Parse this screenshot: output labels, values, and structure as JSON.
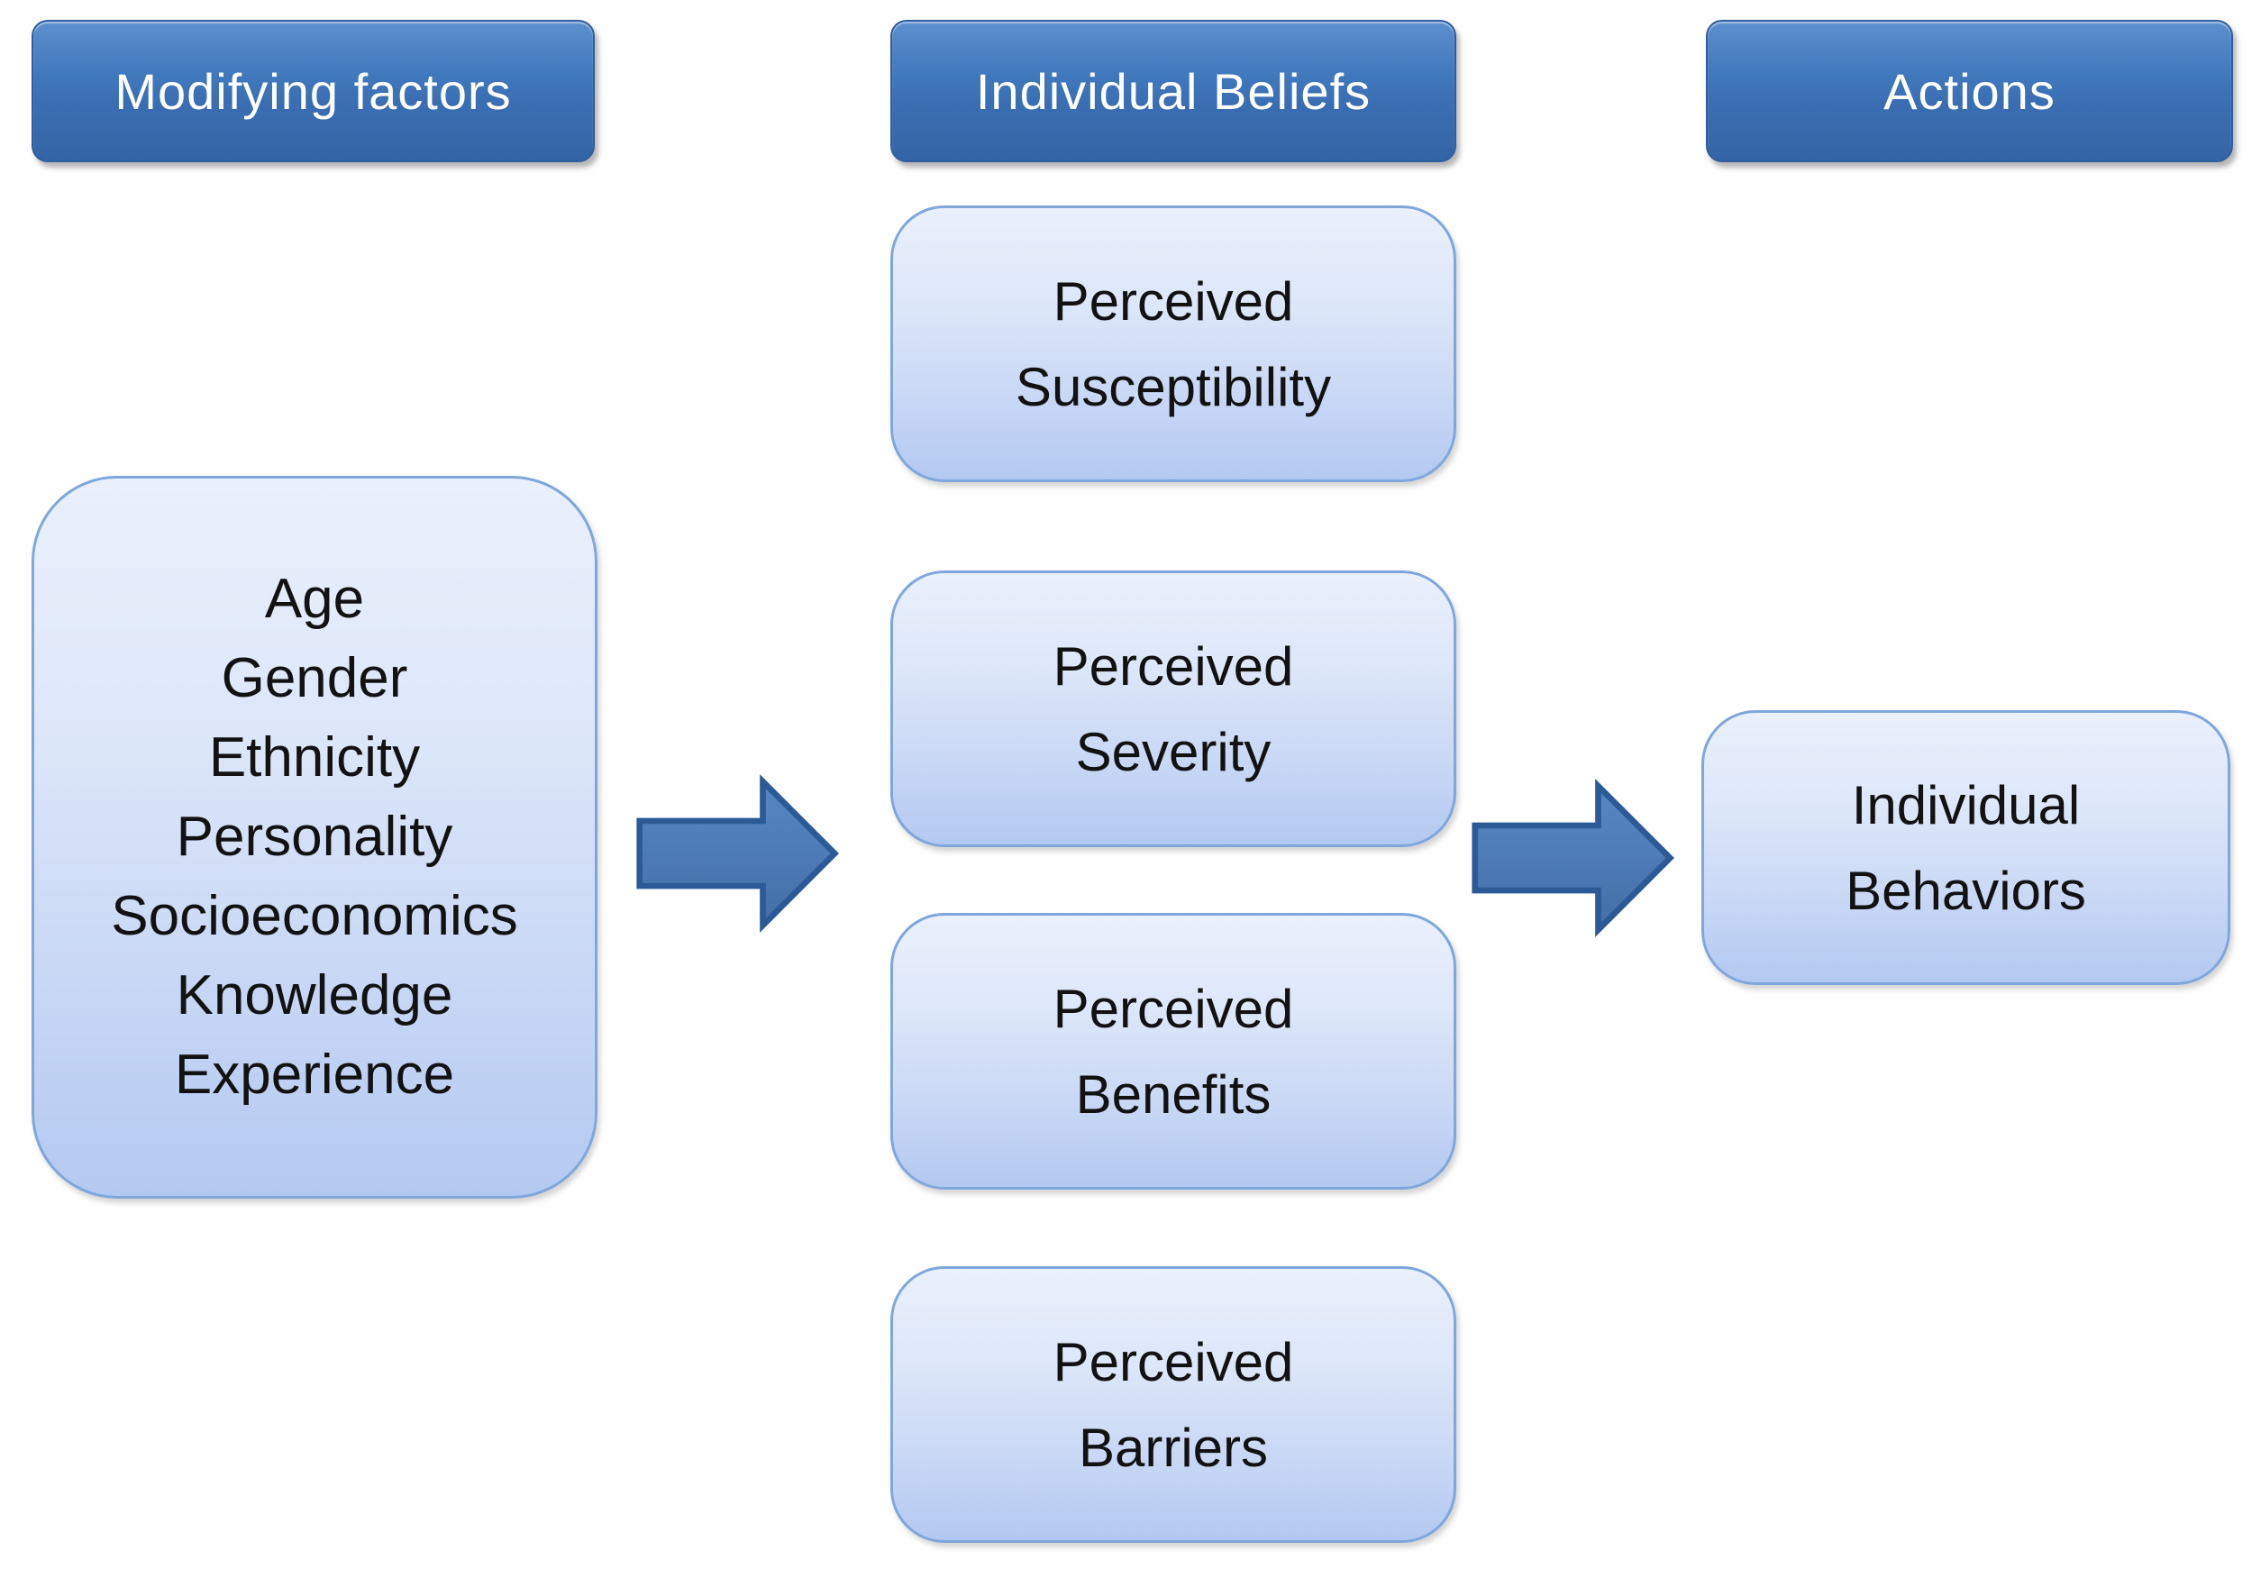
{
  "headers": {
    "modifying": {
      "label": "Modifying factors"
    },
    "beliefs": {
      "label": "Individual Beliefs"
    },
    "actions": {
      "label": "Actions"
    }
  },
  "modifying_box": {
    "items": [
      "Age",
      "Gender",
      "Ethnicity",
      "Personality",
      "Socioeconomics",
      "Knowledge",
      "Experience"
    ]
  },
  "belief_boxes": [
    {
      "lines": [
        "Perceived",
        "Susceptibility"
      ]
    },
    {
      "lines": [
        "Perceived",
        "Severity"
      ]
    },
    {
      "lines": [
        "Perceived",
        "Benefits"
      ]
    },
    {
      "lines": [
        "Perceived",
        "Barriers"
      ]
    }
  ],
  "action_box": {
    "lines": [
      "Individual",
      "Behaviors"
    ]
  },
  "icons": {
    "flow_arrow": "right-block-arrow"
  },
  "colors": {
    "header_top": "#5c8fcd",
    "header_bottom": "#3465a6",
    "header_border": "#2f5d9e",
    "header_text": "#ffffff",
    "box_fill_top": "#eaf0fc",
    "box_fill_bottom": "#b4c9f1",
    "box_border": "#7fa7dc",
    "box_text": "#121212",
    "arrow_fill": "#4d80bd",
    "arrow_border": "#2b5a96",
    "background": "#ffffff"
  }
}
